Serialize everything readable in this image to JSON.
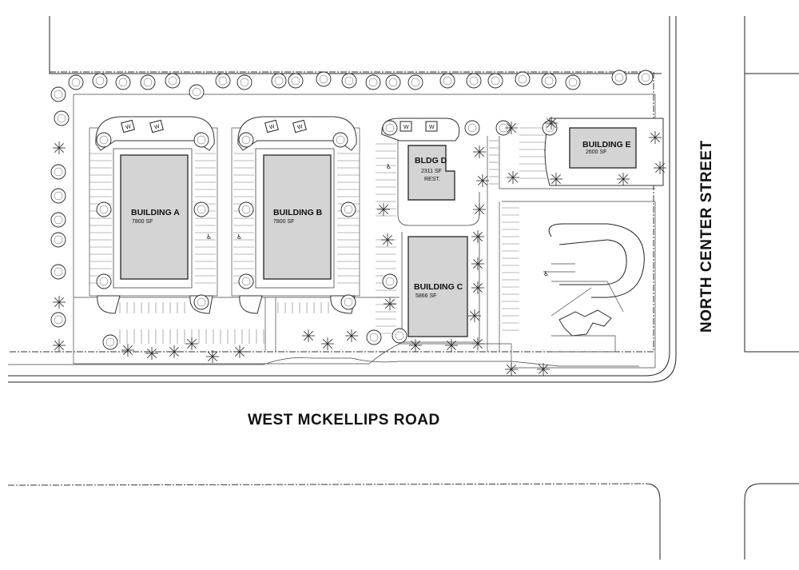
{
  "streets": {
    "south": "WEST MCKELLIPS ROAD",
    "east": "NORTH CENTER STREET"
  },
  "buildings": [
    {
      "id": "a",
      "name": "BUILDING A",
      "area": "7800 SF",
      "note": ""
    },
    {
      "id": "b",
      "name": "BUILDING B",
      "area": "7800 SF",
      "note": ""
    },
    {
      "id": "c",
      "name": "BUILDING C",
      "area": "5866 SF",
      "note": ""
    },
    {
      "id": "d",
      "name": "BLDG D",
      "area": "2311 SF",
      "note": "REST."
    },
    {
      "id": "e",
      "name": "BUILDING E",
      "area": "2600 SF",
      "note": ""
    }
  ],
  "symbols": {
    "tree": "round-tree-icon",
    "shrub": "star-shrub-icon",
    "dumpster": "trash-enclosure-icon",
    "dumpster_letter": "W",
    "accessible": "accessible-parking-icon"
  },
  "colors": {
    "building_fill": "#d4d4d4",
    "line": "#222222",
    "background": "#ffffff"
  }
}
